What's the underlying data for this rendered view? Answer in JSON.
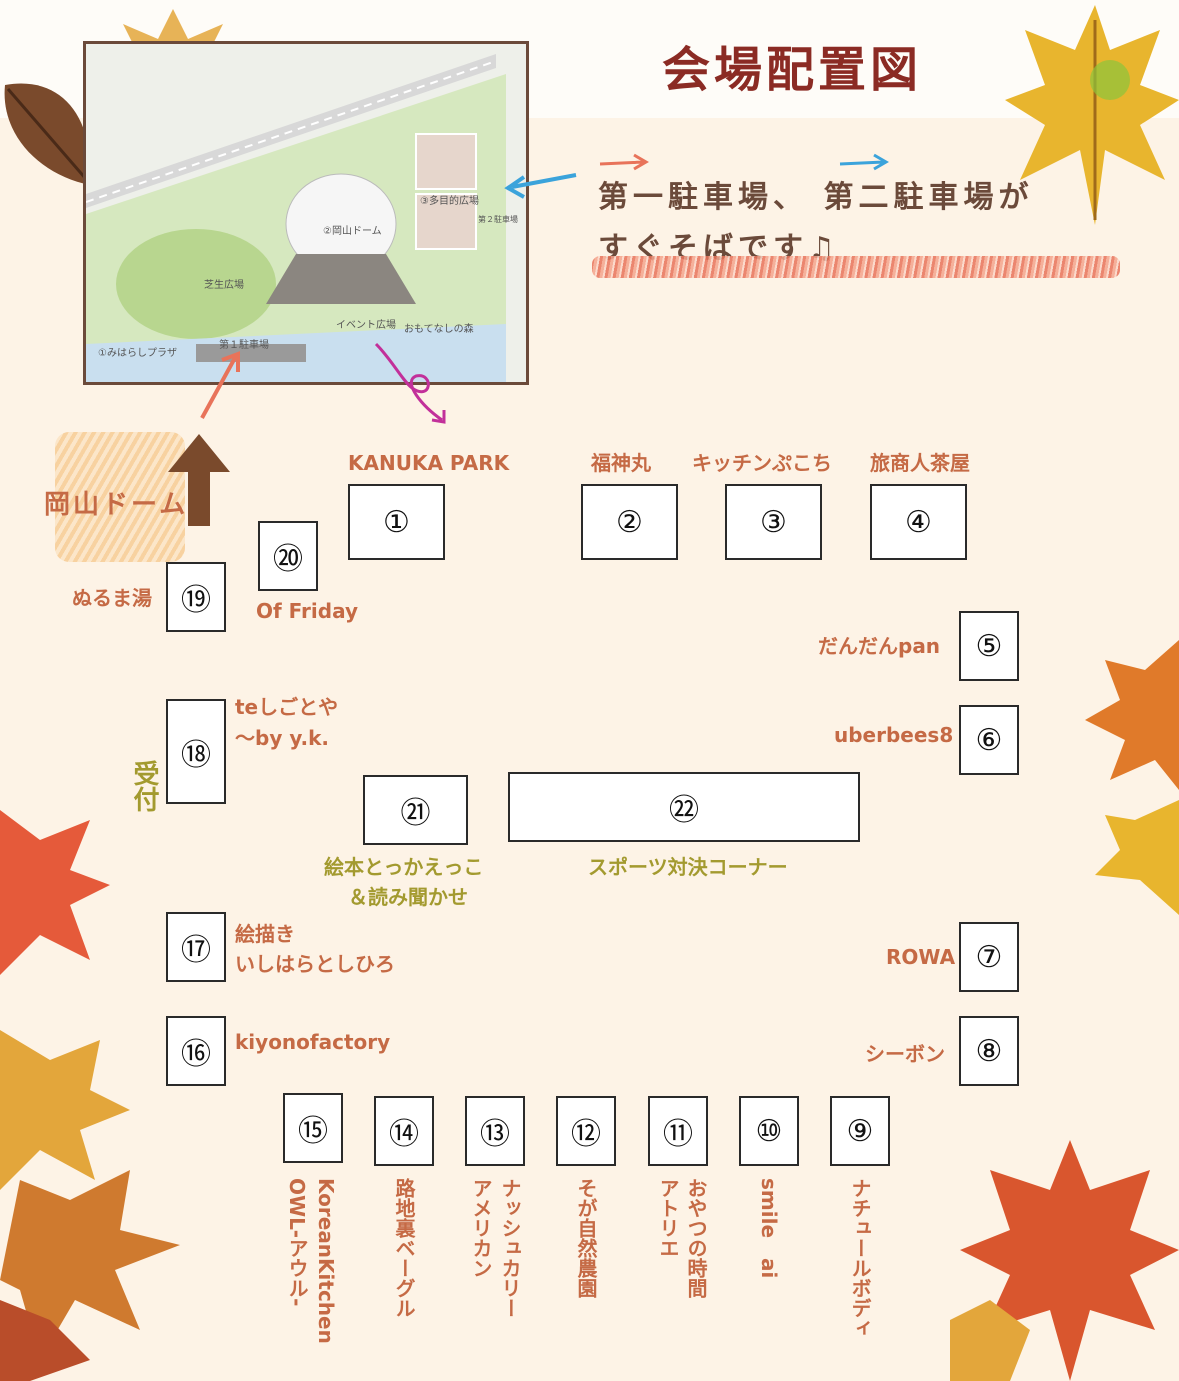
{
  "header": {
    "title": "会場配置図",
    "parking_note_line1": "第一駐車場、 第二駐車場が",
    "parking_note_line2": "すぐそばです♫"
  },
  "park_map": {
    "labels": {
      "dome": "②岡山ドーム",
      "plaza": "③多目的広場",
      "parking1": "第１駐車場",
      "parking2": "第２駐車場",
      "lawn": "芝生広場",
      "event": "イベント広場",
      "omotenashi": "おもてなしの森",
      "miharashi": "①みはらしプラザ"
    },
    "colors": {
      "arrow_parking1": "#e8735a",
      "arrow_parking2": "#3ba3db",
      "route": "#c2309a"
    }
  },
  "entrance": {
    "label": "岡山ドーム",
    "icon": "arrow-up-icon"
  },
  "reception": {
    "label": "受付"
  },
  "booths": [
    {
      "num": "①",
      "name": "KANUKA PARK"
    },
    {
      "num": "②",
      "name": "福神丸"
    },
    {
      "num": "③",
      "name": "キッチンぷこち"
    },
    {
      "num": "④",
      "name": "旅商人茶屋"
    },
    {
      "num": "⑤",
      "name": "だんだんpan"
    },
    {
      "num": "⑥",
      "name": "uberbees8"
    },
    {
      "num": "⑦",
      "name": "ROWA"
    },
    {
      "num": "⑧",
      "name": "シーボン"
    },
    {
      "num": "⑨",
      "name": "ナチュールボディ"
    },
    {
      "num": "⑩",
      "name": "smile　ai"
    },
    {
      "num": "⑪",
      "name_line1": "おやつの時間",
      "name_line2": "アトリエ"
    },
    {
      "num": "⑫",
      "name": "そが自然農園"
    },
    {
      "num": "⑬",
      "name_line1": "ナッシュカリー",
      "name_line2": "アメリカン"
    },
    {
      "num": "⑭",
      "name": "路地裏ベーグル"
    },
    {
      "num": "⑮",
      "name_line1": "KoreanKitchen",
      "name_line2": "OWL-アウル-"
    },
    {
      "num": "⑯",
      "name": "kiyonofactory"
    },
    {
      "num": "⑰",
      "name_line1": "絵描き",
      "name_line2": "いしはらとしひろ"
    },
    {
      "num": "⑱",
      "name_line1": "teしごとや",
      "name_line2": "～by y.k."
    },
    {
      "num": "⑲",
      "name": "ぬるま湯"
    },
    {
      "num": "⑳",
      "name": "Of Friday"
    },
    {
      "num": "㉑",
      "name_line1": "絵本とっかえっこ",
      "name_line2": "＆読み聞かせ"
    },
    {
      "num": "㉒",
      "name": "スポーツ対決コーナー"
    }
  ]
}
